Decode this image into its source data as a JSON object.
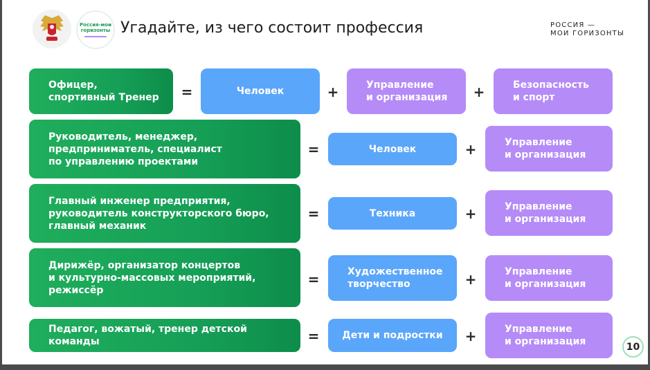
{
  "slide": {
    "title": "Угадайте, из чего состоит профессия",
    "brand_line1": "РОССИЯ —",
    "brand_line2": "МОИ ГОРИЗОНТЫ",
    "logo_text": "Россия-мои горизонты",
    "page_number": "10"
  },
  "operators": {
    "equals": "=",
    "plus": "+"
  },
  "rows": [
    {
      "profession": "Офицер,\nспортивный Тренер",
      "parts": [
        "Человек",
        "Управление\nи организация",
        "Безопасность\nи спорт"
      ]
    },
    {
      "profession": "Руководитель, менеджер,\nпредприниматель, специалист\nпо управлению проектами",
      "parts": [
        "Человек",
        "Управление\nи организация"
      ]
    },
    {
      "profession": "Главный инженер предприятия,\nруководитель конструкторского бюро,\nглавный механик",
      "parts": [
        "Техника",
        "Управление\nи организация"
      ]
    },
    {
      "profession": "Дирижёр, организатор концертов\nи культурно-массовых мероприятий,\nрежиссёр",
      "parts": [
        "Художественное\nтворчество",
        "Управление\nи организация"
      ]
    },
    {
      "profession": "Педагог, вожатый, тренер детской команды",
      "parts": [
        "Дети и подростки",
        "Управление\nи организация"
      ]
    }
  ],
  "colors": {
    "green": "#16a057",
    "blue": "#5aa6fb",
    "purple": "#b58bf8"
  }
}
